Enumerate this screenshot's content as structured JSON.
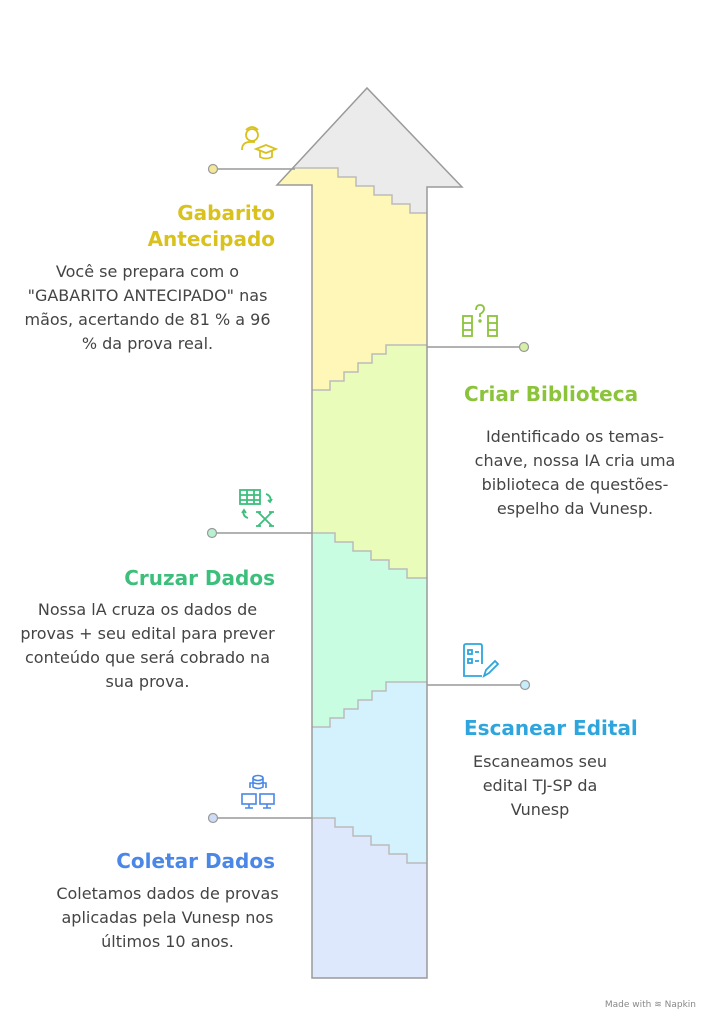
{
  "colors": {
    "gray": "#ebebeb",
    "yellow": "#fff7b8",
    "lime": "#e9fcb9",
    "mint": "#c9fde2",
    "cyan": "#d3f2fd",
    "blue": "#dde8fc",
    "outline": "#9a9a9a"
  },
  "steps": [
    {
      "id": "gabarito",
      "title": "Gabarito Antecipado",
      "title_lines": [
        "Gabarito",
        "Antecipado"
      ],
      "body": "Você se prepara com o \"GABARITO ANTECIPADO\" nas mãos, acertando de 81 % a 96 % da prova real.",
      "color": "#d9c21e",
      "icon": "graduate-user-icon"
    },
    {
      "id": "criar",
      "title": "Criar Biblioteca",
      "body": "Identificado os temas-chave, nossa IA cria uma biblioteca de questões-espelho da Vunesp.",
      "color": "#8bc33a",
      "icon": "library-question-icon"
    },
    {
      "id": "cruzar",
      "title": "Cruzar Dados",
      "body": "Nossa lA cruza os dados de provas + seu edital para prever conteúdo que será cobrado na sua prova.",
      "color": "#3dbf7c",
      "icon": "spreadsheet-cross-icon"
    },
    {
      "id": "escanear",
      "title": "Escanear Edital",
      "body": "Escaneamos seu edital TJ-SP da Vunesp",
      "color": "#2ea6dd",
      "icon": "document-checklist-icon"
    },
    {
      "id": "coletar",
      "title": "Coletar Dados",
      "body": "Coletamos dados de provas aplicadas pela Vunesp nos últimos 10 anos.",
      "color": "#4a87e6",
      "icon": "database-network-icon"
    }
  ],
  "footer": "Made with ≋ Napkin"
}
